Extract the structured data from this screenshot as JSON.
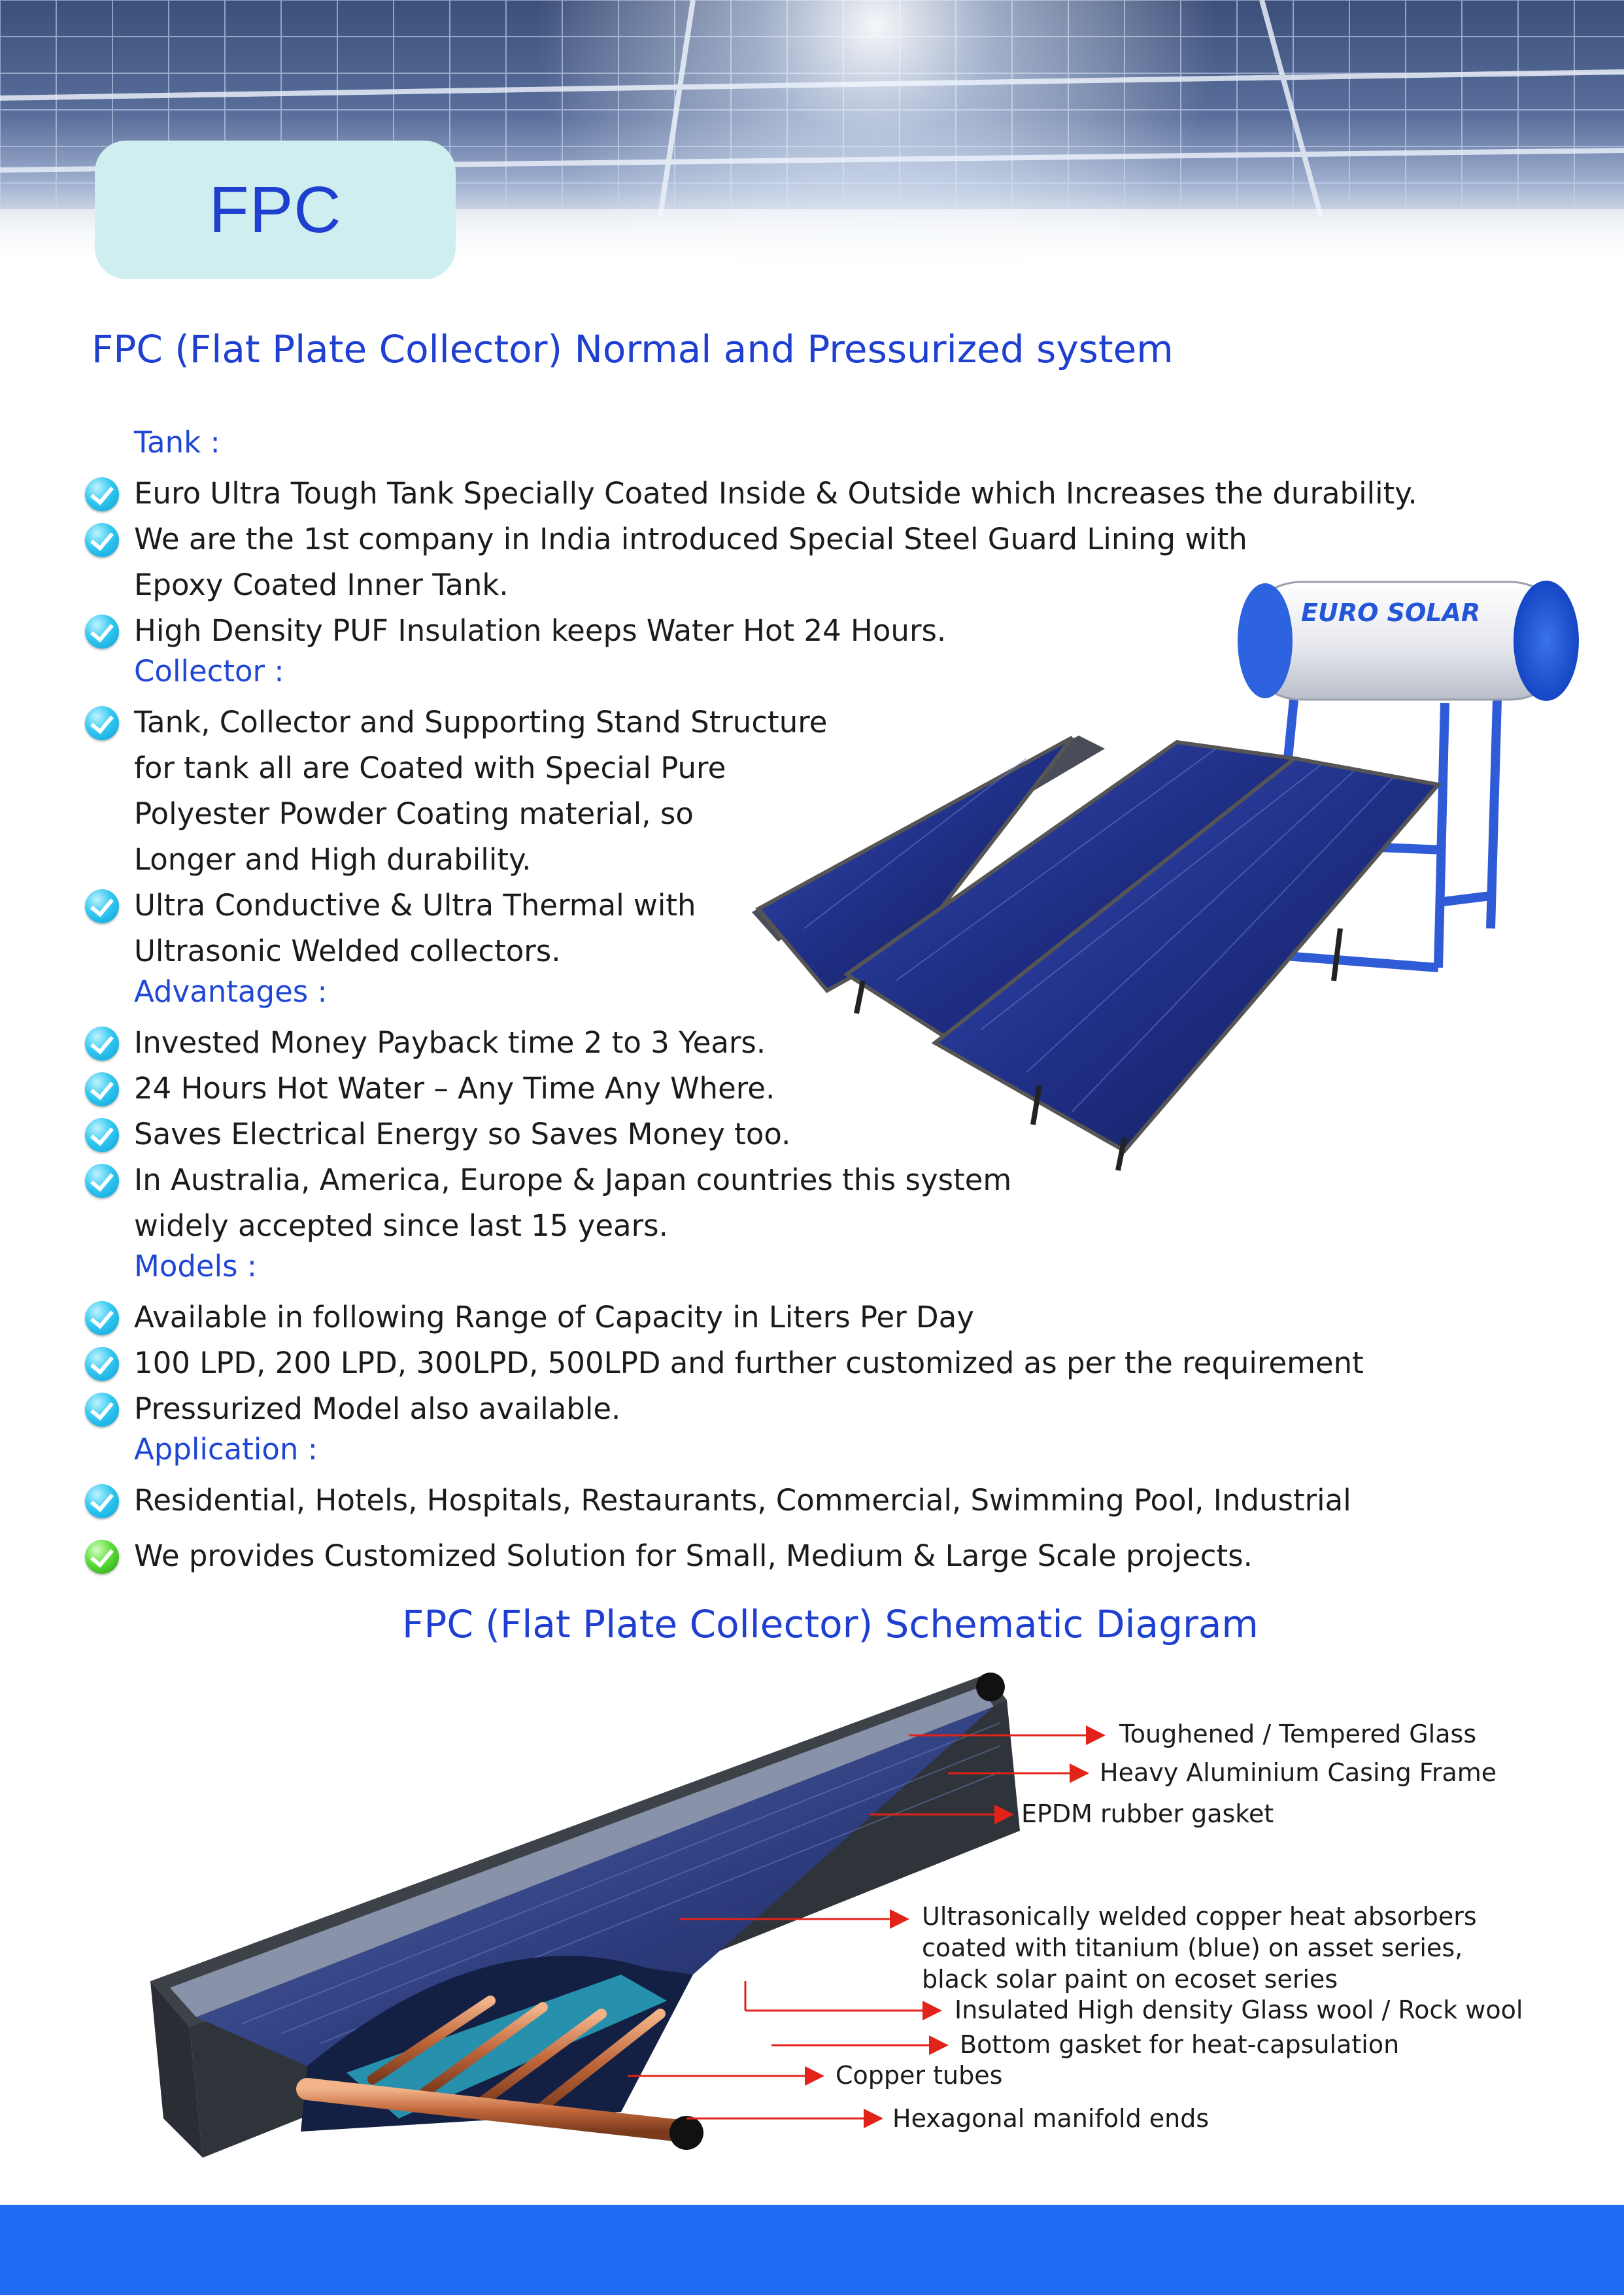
{
  "header": {
    "tab_label": "FPC"
  },
  "main_title": "FPC (Flat Plate Collector) Normal and Pressurized system",
  "sections": {
    "tank": "Tank :",
    "collector": "Collector :",
    "advantages": "Advantages :",
    "models": "Models :",
    "application": "Application :"
  },
  "tank_items": [
    "Euro Ultra Tough Tank Specially Coated Inside & Outside which Increases the durability.",
    [
      "We are the 1st company in India introduced Special Steel Guard Lining with",
      "Epoxy Coated Inner Tank."
    ],
    "High Density PUF Insulation keeps Water Hot 24 Hours."
  ],
  "collector_items": [
    [
      "Tank, Collector and Supporting Stand Structure",
      "for tank all are Coated with Special Pure",
      "Polyester Powder Coating material, so",
      "Longer and High durability."
    ],
    [
      "Ultra Conductive & Ultra Thermal with",
      "Ultrasonic Welded collectors."
    ]
  ],
  "advantage_items": [
    "Invested Money Payback time 2 to 3 Years.",
    "24 Hours Hot Water – Any Time Any Where.",
    "Saves Electrical Energy so Saves Money too.",
    [
      "In Australia, America, Europe & Japan countries this system",
      "widely accepted since last 15 years."
    ]
  ],
  "model_items": [
    "Available in following Range of Capacity in Liters  Per Day",
    "100 LPD, 200 LPD, 300LPD, 500LPD and further customized as per the requirement",
    "Pressurized Model also available."
  ],
  "application_items": [
    "Residential, Hotels, Hospitals,  Restaurants, Commercial, Swimming Pool, Industrial",
    "We provides Customized Solution for Small, Medium & Large Scale projects."
  ],
  "product_logo": "EURO SOLAR",
  "diagram_title": "FPC (Flat Plate Collector) Schematic Diagram",
  "diagram_labels": {
    "glass": "Toughened / Tempered Glass",
    "frame": "Heavy Aluminium Casing Frame",
    "gasket": "EPDM rubber gasket",
    "absorber_1": "Ultrasonically welded copper heat absorbers",
    "absorber_2": "coated with titanium (blue) on asset series,",
    "absorber_3": "black solar paint on ecoset series",
    "insulation": "Insulated High density Glass wool / Rock wool",
    "bottom_gasket": "Bottom gasket for heat-capsulation",
    "tubes": "Copper tubes",
    "manifold": "Hexagonal manifold ends"
  },
  "colors": {
    "title_blue": "#1e3fd0",
    "check_blue": "#1aaee0",
    "check_green": "#3cc51e",
    "footer_blue": "#1f6cf2",
    "tab_bg": "#cfeef0",
    "arrow_red": "#e2231a"
  }
}
